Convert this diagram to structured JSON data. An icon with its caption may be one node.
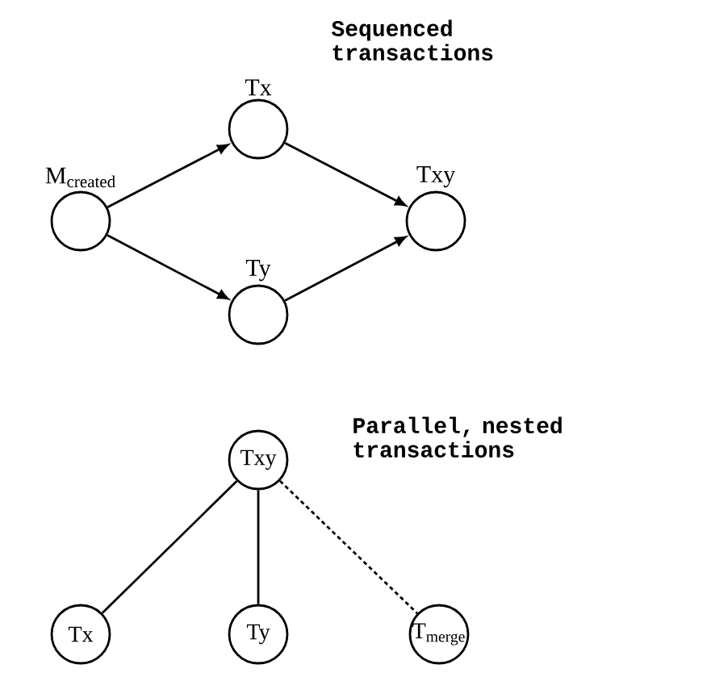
{
  "diagram": {
    "nodes": [
      {
        "text": [
          "M$_{created}$"
        ]
      },
      {
        "text": [
          "Tx"
        ]
      },
      {
        "text": [
          "Ty"
        ]
      },
      {
        "text": [
          "Txy"
        ]
      },
      {
        "text": [
          "Txy"
        ]
      },
      {
        "text": [
          "Tx"
        ]
      },
      {
        "text": [
          "Ty"
        ]
      },
      {
        "text": [
          "T$_{merge}$"
        ]
      }
    ],
    "edges": [
      {
        "from": 0,
        "to": 1,
        "arrow": "to"
      },
      {
        "from": 0,
        "to": 2,
        "arrow": "to"
      },
      {
        "from": 1,
        "to": 3,
        "arrow": "to"
      },
      {
        "from": 2,
        "to": 3,
        "arrow": "to"
      },
      {
        "from": 4,
        "to": 5,
        "arrow": "none"
      },
      {
        "from": 4,
        "to": 6,
        "arrow": "none"
      },
      {
        "from": 4,
        "to": 7,
        "arrow": "none",
        "style": "dashed"
      }
    ],
    "labels": [
      "Sequenced transactions",
      "Parallel, nested transactions"
    ]
  }
}
